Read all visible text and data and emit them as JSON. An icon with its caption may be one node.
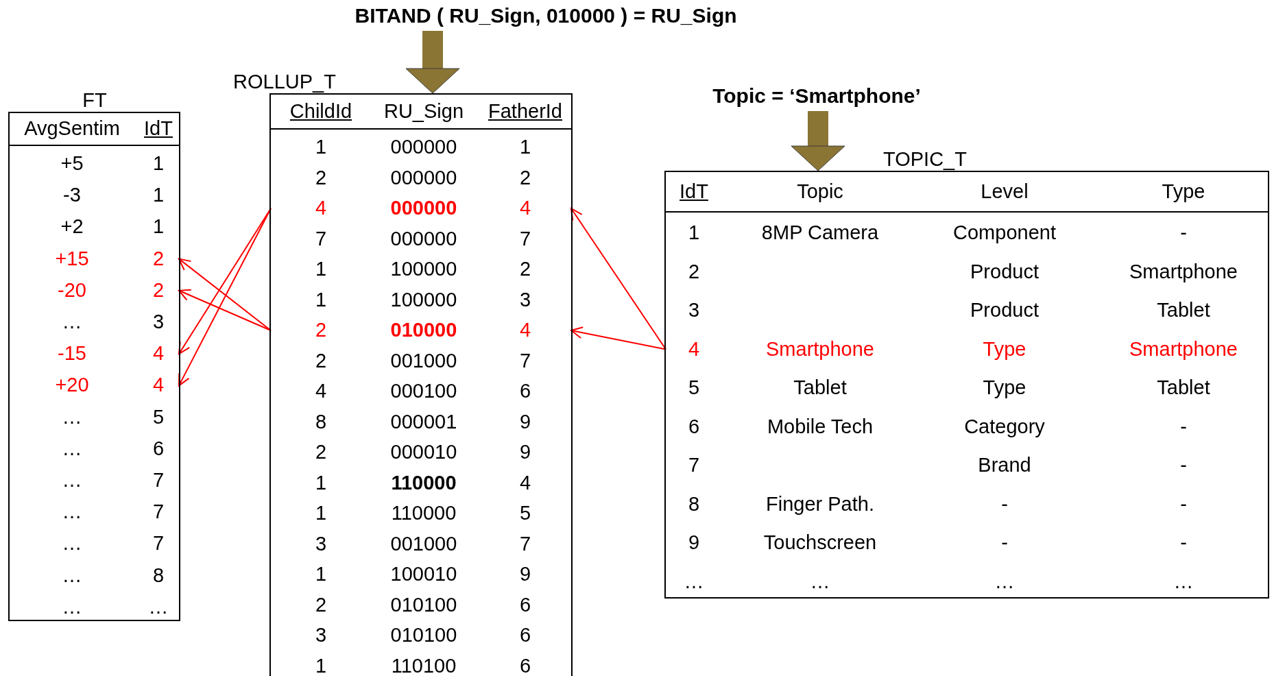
{
  "diagram": {
    "nodes": [
      {
        "text": [
          "BITAND ( RU_Sign, 010000 ) = RU_Sign"
        ]
      },
      {
        "text": [
          "Topic = ‘Smartphone’"
        ]
      },
      {
        "text": [
          "FT"
        ]
      },
      {
        "text": [
          "AvgSentim",
          "IdT"
        ],
        "in": 2
      },
      {
        "text": [
          "+5",
          "1"
        ],
        "in": 2
      },
      {
        "text": [
          "-3",
          "1"
        ],
        "in": 2
      },
      {
        "text": [
          "+2",
          "1"
        ],
        "in": 2
      },
      {
        "text": [
          "+15",
          "2"
        ],
        "in": 2
      },
      {
        "text": [
          "-20",
          "2"
        ],
        "in": 2
      },
      {
        "text": [
          "…",
          "3"
        ],
        "in": 2
      },
      {
        "text": [
          "-15",
          "4"
        ],
        "in": 2
      },
      {
        "text": [
          "+20",
          "4"
        ],
        "in": 2
      },
      {
        "text": [
          "…",
          "5"
        ],
        "in": 2
      },
      {
        "text": [
          "…",
          "6"
        ],
        "in": 2
      },
      {
        "text": [
          "…",
          "7"
        ],
        "in": 2
      },
      {
        "text": [
          "…",
          "7"
        ],
        "in": 2
      },
      {
        "text": [
          "…",
          "7"
        ],
        "in": 2
      },
      {
        "text": [
          "…",
          "8"
        ],
        "in": 2
      },
      {
        "text": [
          "…",
          "…"
        ],
        "in": 2
      },
      {
        "text": [
          "ROLLUP_T"
        ]
      },
      {
        "text": [
          "ChildId",
          "RU_Sign",
          "FatherId"
        ],
        "in": 19
      },
      {
        "text": [
          "1",
          "000000",
          "1"
        ],
        "in": 19
      },
      {
        "text": [
          "2",
          "000000",
          "2"
        ],
        "in": 19
      },
      {
        "text": [
          "4",
          "000000",
          "4"
        ],
        "in": 19
      },
      {
        "text": [
          "7",
          "000000",
          "7"
        ],
        "in": 19
      },
      {
        "text": [
          "1",
          "100000",
          "2"
        ],
        "in": 19
      },
      {
        "text": [
          "1",
          "100000",
          "3"
        ],
        "in": 19
      },
      {
        "text": [
          "2",
          "010000",
          "4"
        ],
        "in": 19
      },
      {
        "text": [
          "2",
          "001000",
          "7"
        ],
        "in": 19
      },
      {
        "text": [
          "4",
          "000100",
          "6"
        ],
        "in": 19
      },
      {
        "text": [
          "8",
          "000001",
          "9"
        ],
        "in": 19
      },
      {
        "text": [
          "2",
          "000010",
          "9"
        ],
        "in": 19
      },
      {
        "text": [
          "1",
          "110000",
          "4"
        ],
        "in": 19
      },
      {
        "text": [
          "1",
          "110000",
          "5"
        ],
        "in": 19
      },
      {
        "text": [
          "3",
          "001000",
          "7"
        ],
        "in": 19
      },
      {
        "text": [
          "1",
          "100010",
          "9"
        ],
        "in": 19
      },
      {
        "text": [
          "2",
          "010100",
          "6"
        ],
        "in": 19
      },
      {
        "text": [
          "3",
          "010100",
          "6"
        ],
        "in": 19
      },
      {
        "text": [
          "1",
          "110100",
          "6"
        ],
        "in": 19
      },
      {
        "text": [
          "TOPIC_T"
        ]
      },
      {
        "text": [
          "IdT",
          "Topic",
          "Level",
          "Type"
        ],
        "in": 39
      },
      {
        "text": [
          "1",
          "8MP Camera",
          "Component",
          "-"
        ],
        "in": 39
      },
      {
        "text": [
          "2",
          "Product",
          "Smartphone"
        ],
        "in": 39
      },
      {
        "text": [
          "3",
          "Product",
          "Tablet"
        ],
        "in": 39
      },
      {
        "text": [
          "4",
          "Smartphone",
          "Type",
          "Smartphone"
        ],
        "in": 39
      },
      {
        "text": [
          "5",
          "Tablet",
          "Type",
          "Tablet"
        ],
        "in": 39
      },
      {
        "text": [
          "6",
          "Mobile Tech",
          "Category",
          "-"
        ],
        "in": 39
      },
      {
        "text": [
          "7",
          "Brand",
          "-"
        ],
        "in": 39
      },
      {
        "text": [
          "8",
          "Finger Path.",
          "-",
          "-"
        ],
        "in": 39
      },
      {
        "text": [
          "9",
          "Touchscreen",
          "-",
          "-"
        ],
        "in": 39
      },
      {
        "text": [
          "…",
          "…",
          "…",
          "…"
        ],
        "in": 39
      }
    ],
    "edges": [
      {
        "from": 0,
        "to": 19,
        "arrow": "to",
        "style": "thick",
        "color": "#8b7535"
      },
      {
        "from": 1,
        "to": 39,
        "arrow": "to",
        "style": "thick",
        "color": "#8b7535"
      },
      {
        "from": 44,
        "to": 23,
        "arrow": "to"
      },
      {
        "from": 44,
        "to": 27,
        "arrow": "to"
      },
      {
        "from": 23,
        "to": 10,
        "arrow": "to"
      },
      {
        "from": 23,
        "to": 11,
        "arrow": "to"
      },
      {
        "from": 27,
        "to": 7,
        "arrow": "to"
      },
      {
        "from": 27,
        "to": 8,
        "arrow": "to"
      }
    ]
  }
}
